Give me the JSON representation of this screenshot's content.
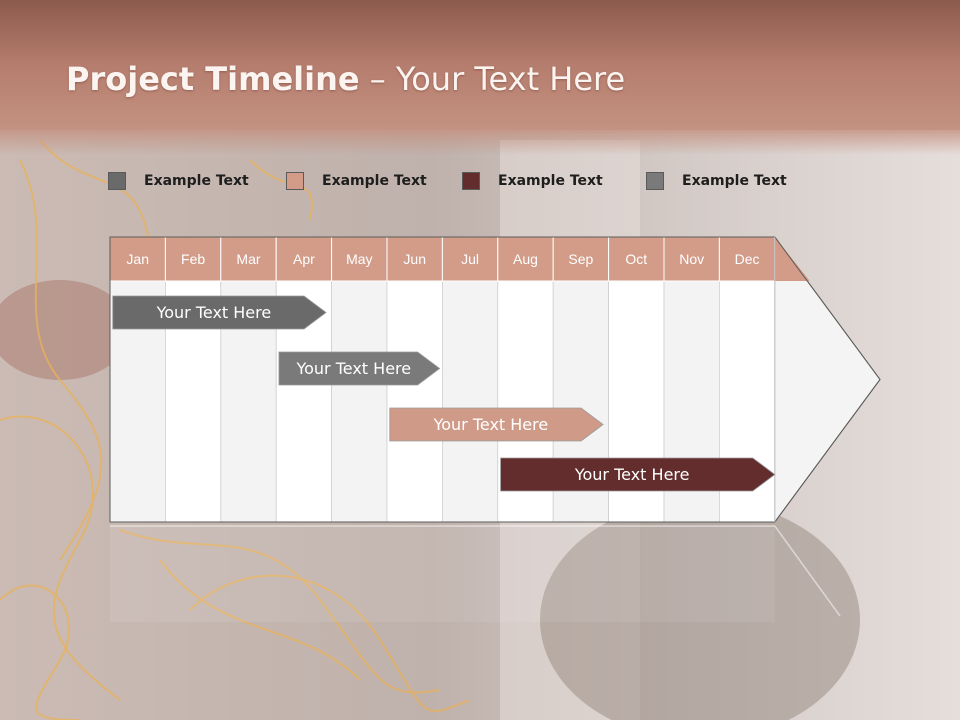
{
  "slide": {
    "title_bold": "Project Timeline",
    "title_rest": " – Your Text Here"
  },
  "legend": [
    {
      "label": "Example Text",
      "color": "#6a6a6a"
    },
    {
      "label": "Example Text",
      "color": "#d29c88"
    },
    {
      "label": "Example Text",
      "color": "#632d2d"
    },
    {
      "label": "Example Text",
      "color": "#7a7a7a"
    }
  ],
  "months": [
    "Jan",
    "Feb",
    "Mar",
    "Apr",
    "May",
    "Jun",
    "Jul",
    "Aug",
    "Sep",
    "Oct",
    "Nov",
    "Dec"
  ],
  "tasks": [
    {
      "label": "Your  Text Here",
      "start_month": 0.05,
      "end_month": 3.9,
      "color": "#6a6a6a"
    },
    {
      "label": "Your  Text Here",
      "start_month": 3.05,
      "end_month": 5.95,
      "color": "#7a7a7a"
    },
    {
      "label": "Your  Text Here",
      "start_month": 5.05,
      "end_month": 8.9,
      "color": "#cf9a88"
    },
    {
      "label": "Your  Text Here",
      "start_month": 7.05,
      "end_month": 12.0,
      "color": "#632d2d"
    }
  ],
  "colors": {
    "header": "#b98070",
    "month_header": "#d29c88",
    "grid_light": "#f3f3f3",
    "grid_white": "#ffffff"
  }
}
